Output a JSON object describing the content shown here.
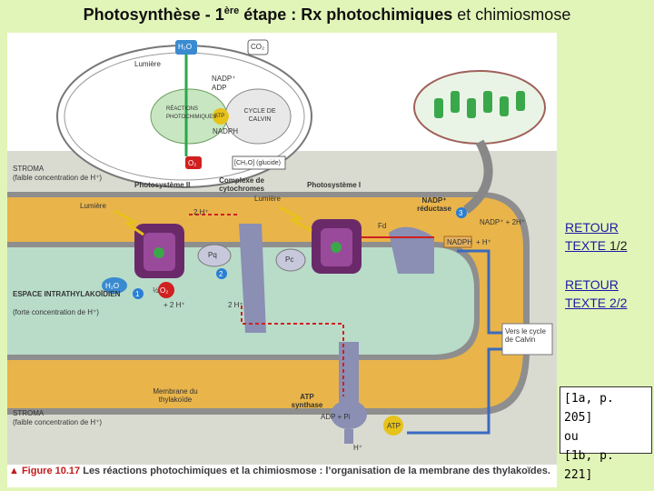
{
  "title": {
    "prefix": "Photosynthèse - 1",
    "sup": "ère",
    "middle": " étape : ",
    "bold": "Rx photochimiques",
    "suffix": " et chimiosmose"
  },
  "links": {
    "retour1": "RETOUR TEXTE",
    "retour1_num": "1/2",
    "retour2": "RETOUR TEXTE 2/2"
  },
  "reference": {
    "line1": "[1a, p. 205]",
    "line2": "ou",
    "line3": "[1b, p. 221]"
  },
  "caption": {
    "figure": "Figure 10.17",
    "text": "Les réactions photochimiques et la chimiosmose : l’organisation de la membrane des thylakoïdes."
  },
  "inset": {
    "h2o": "H₂O",
    "co2": "CO₂",
    "lumiere": "Lumière",
    "nadp": "NADP⁺",
    "adp": "ADP",
    "reactions": "RÉACTIONS PHOTOCHIMIQUES",
    "cycle": "CYCLE DE CALVIN",
    "atp": "ATP",
    "nadph": "NADPH",
    "o2": "O₂",
    "ch2o": "[CH₂O] (glucide)"
  },
  "diagram": {
    "stroma": "STROMA",
    "stroma_sub": "(faible concentration de H⁺)",
    "espace": "ESPACE INTRATHYLAKOÏDIEN",
    "espace_sub": "(forte concentration de H⁺)",
    "ps2": "Photosystème II",
    "ps1": "Photosystème I",
    "cytochromes": "Complexe de cytochromes",
    "lumiere1": "Lumière",
    "lumiere2": "Lumière",
    "nadp_reductase": "NADP⁺ réductase",
    "fd": "Fd",
    "pq": "Pq",
    "pc": "Pc",
    "nadp_eq": "NADP⁺ + 2H⁺",
    "nadph_box": "NADPH",
    "h_plus": "+ H⁺",
    "h2o": "H₂O",
    "o2": "O₂",
    "half": "½",
    "twoh_a": "+ 2 H⁺",
    "twoh_b": "2 H⁺",
    "twoh_c": "2 H⁺",
    "calvin": "Vers le cycle de Calvin",
    "membrane": "Membrane du thylakoïde",
    "atp_synthase": "ATP synthase",
    "adp_pi": "ADP + Pi",
    "atp": "ATP",
    "h_out": "H⁺",
    "n1": "1",
    "n2": "2",
    "n3": "3"
  },
  "colors": {
    "background": "#e2f5b8",
    "stroma": "#d9dbd0",
    "lumen": "#b9dcc9",
    "membrane_head": "#8e8e8e",
    "membrane_tail": "#e9b44a",
    "protein": "#8a8fb3",
    "photosystem": "#6a2a6a",
    "arrow": "#d02020",
    "badge": "#2a7fd4"
  }
}
